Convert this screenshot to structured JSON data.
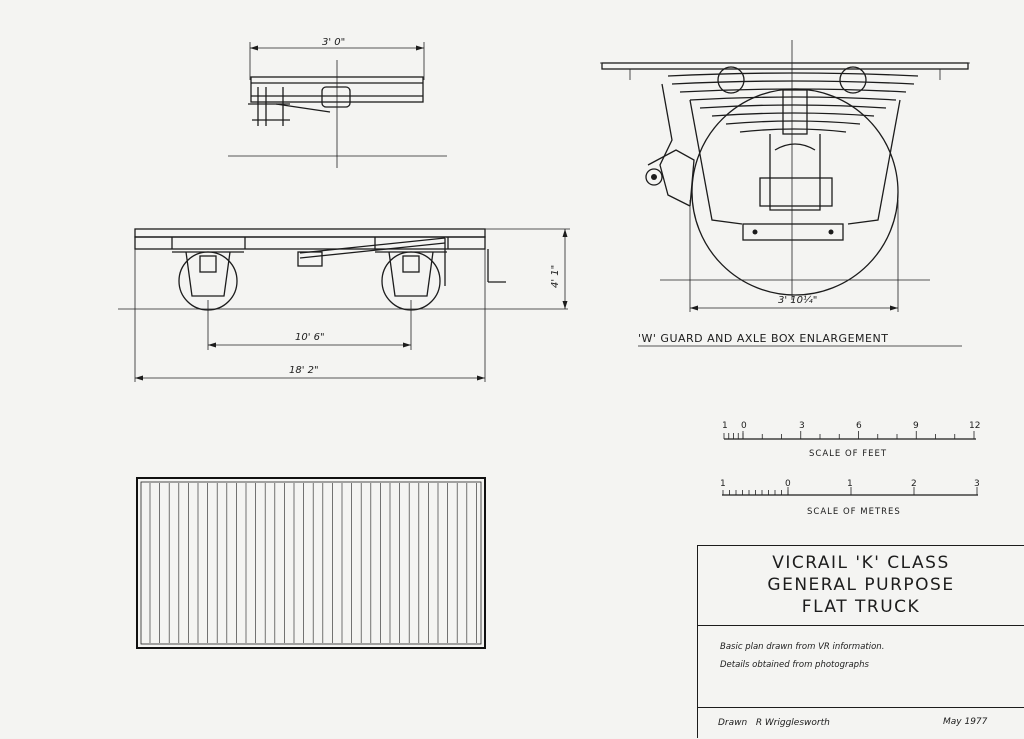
{
  "title_block": {
    "title_lines": [
      "VICRAIL 'K' CLASS",
      "GENERAL PURPOSE",
      "FLAT TRUCK"
    ],
    "notes": [
      "Basic plan drawn from VR information.",
      "Details obtained from photographs"
    ],
    "drawn_label": "Drawn",
    "drawn_by": "R Wrigglesworth",
    "date": "May 1977"
  },
  "dimensions": {
    "end_width": "3' 0\"",
    "wheelbase": "10' 6\"",
    "length": "18' 2\"",
    "height": "4' 1\"",
    "wheel_gauge": "3' 10¼\""
  },
  "enlargement_caption": "'W' GUARD AND AXLE BOX ENLARGEMENT",
  "scale_feet": {
    "caption": "SCALE OF FEET",
    "ticks": [
      "1",
      "0",
      "3",
      "6",
      "9",
      "12"
    ]
  },
  "scale_metres": {
    "caption": "SCALE OF METRES",
    "ticks": [
      "1",
      "0",
      "1",
      "2",
      "3"
    ]
  }
}
